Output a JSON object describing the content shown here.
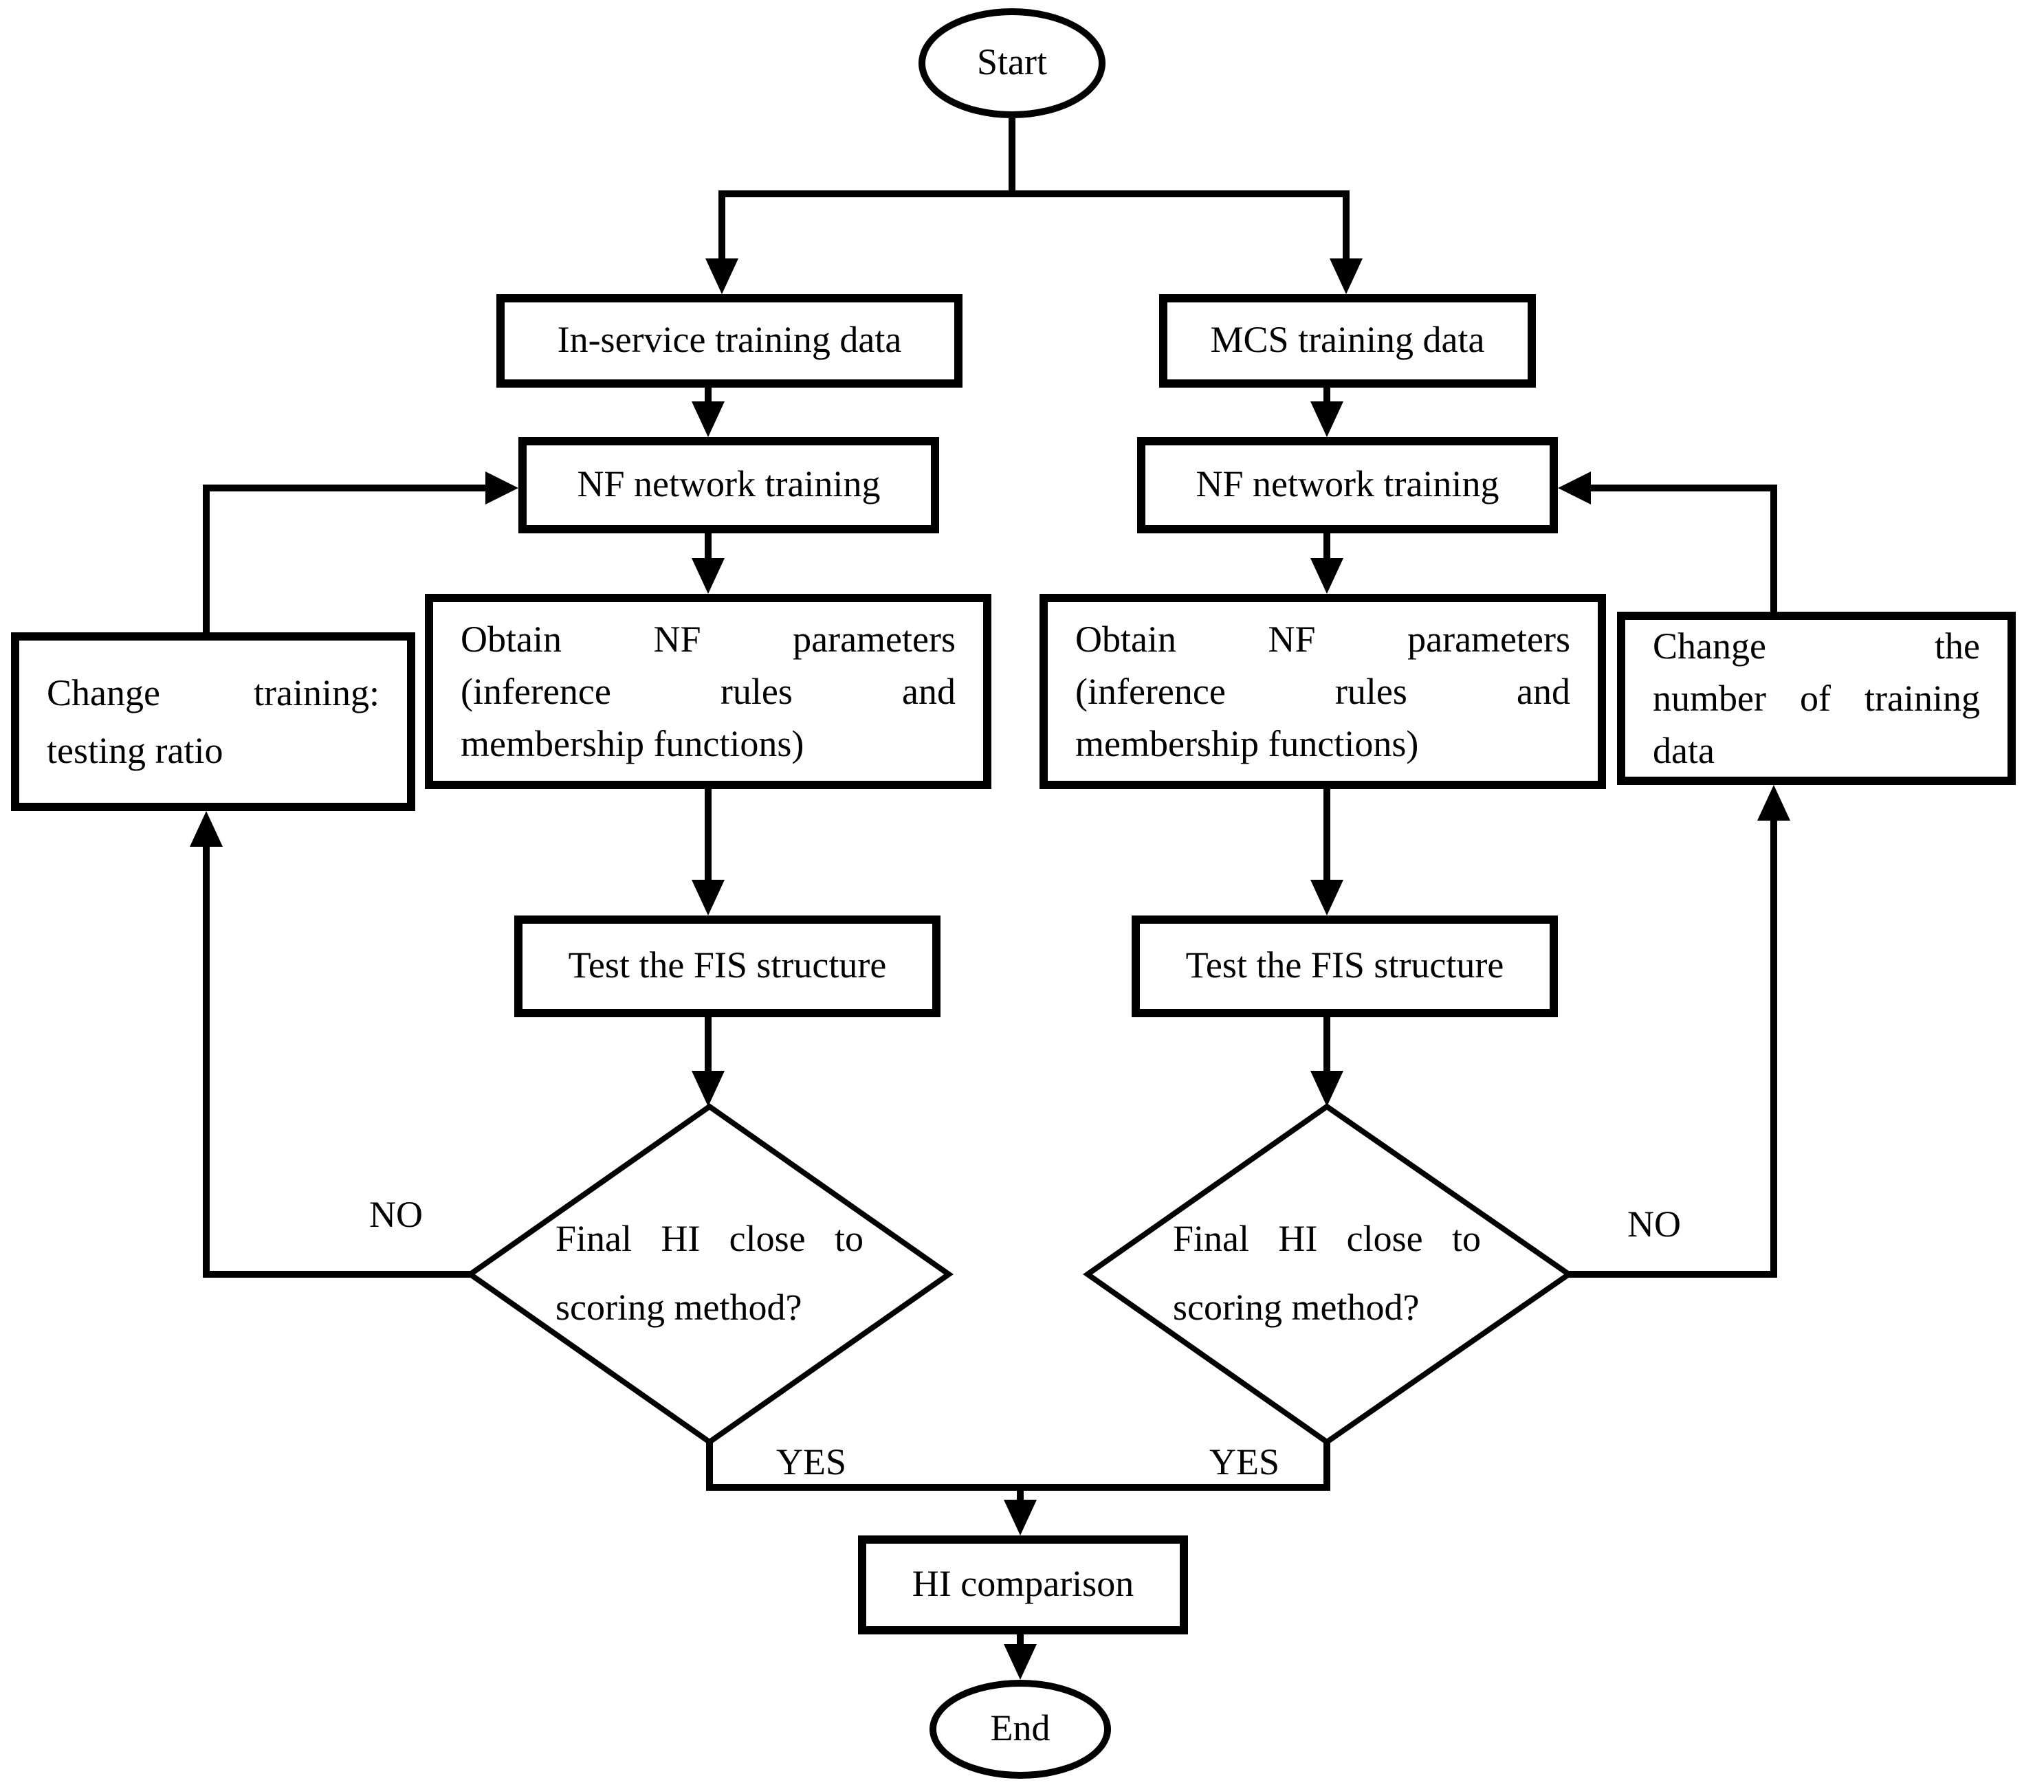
{
  "figure": {
    "type": "flowchart",
    "background": "#ffffff",
    "line_color": "#000000",
    "text_color": "#000000",
    "nodes": {
      "start": {
        "shape": "terminator",
        "label": "Start"
      },
      "in_service_training_data": {
        "shape": "process",
        "label": "In-service training data"
      },
      "mcs_training_data": {
        "shape": "process",
        "label": "MCS training data"
      },
      "nf_network_training_left": {
        "shape": "process",
        "label": "NF network training"
      },
      "nf_network_training_right": {
        "shape": "process",
        "label": "NF network training"
      },
      "obtain_nf_parameters_left": {
        "shape": "process",
        "label": "Obtain NF parameters (inference rules and membership functions)",
        "lines": [
          "Obtain NF parameters",
          "(inference rules and",
          "membership functions)"
        ]
      },
      "obtain_nf_parameters_right": {
        "shape": "process",
        "label": "Obtain NF parameters (inference rules and membership functions)",
        "lines": [
          "Obtain NF parameters",
          "(inference rules and",
          "membership functions)"
        ]
      },
      "test_fis_structure_left": {
        "shape": "process",
        "label": "Test the FIS structure"
      },
      "test_fis_structure_right": {
        "shape": "process",
        "label": "Test the FIS structure"
      },
      "decision_left": {
        "shape": "decision",
        "label": "Final HI close to scoring method?",
        "lines": [
          "Final HI close to",
          "scoring method?"
        ]
      },
      "decision_right": {
        "shape": "decision",
        "label": "Final HI close to scoring method?",
        "lines": [
          "Final HI close to",
          "scoring method?"
        ]
      },
      "change_training_testing_ratio": {
        "shape": "process",
        "label": "Change training: testing ratio",
        "lines": [
          "Change training:",
          "testing ratio"
        ]
      },
      "change_number_of_training_data": {
        "shape": "process",
        "label": "Change the number of training data",
        "lines": [
          "Change the",
          "number of training",
          "data"
        ]
      },
      "hi_comparison": {
        "shape": "process",
        "label": "HI comparison"
      },
      "end": {
        "shape": "terminator",
        "label": "End"
      }
    },
    "edge_labels": {
      "no_left": "NO",
      "no_right": "NO",
      "yes_left": "YES",
      "yes_right": "YES"
    }
  }
}
